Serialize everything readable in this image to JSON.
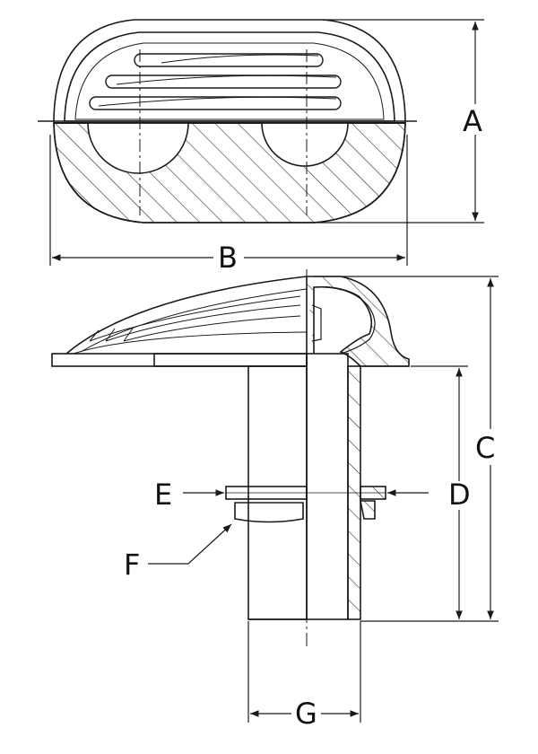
{
  "labels": {
    "a": "A",
    "b": "B",
    "c": "C",
    "d": "D",
    "e": "E",
    "f": "F",
    "g": "G"
  },
  "colors": {
    "line": "#1a1a1a",
    "hatch": "#333333",
    "background": "#ffffff"
  }
}
